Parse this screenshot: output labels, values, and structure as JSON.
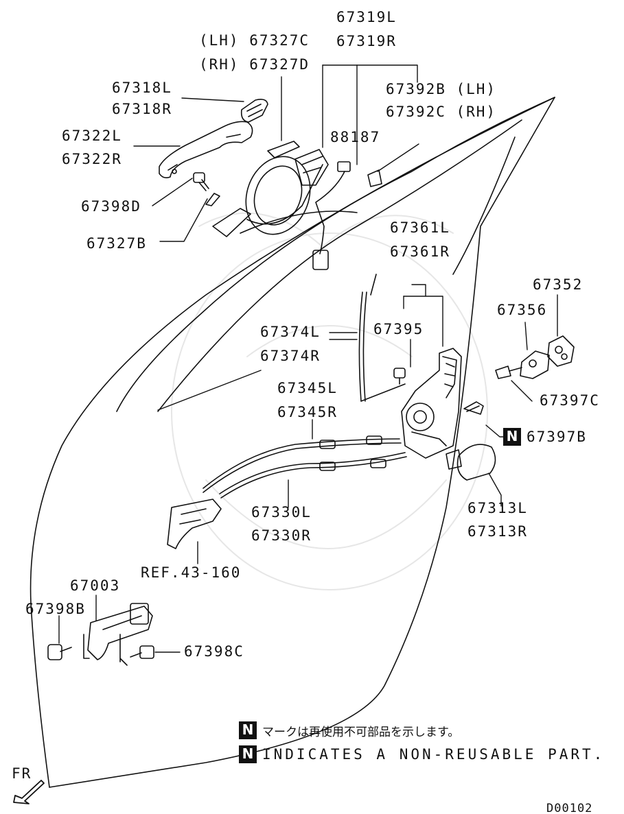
{
  "labels": {
    "p67319L": "67319L",
    "p67319R": "67319R",
    "p67327C": "(LH) 67327C",
    "p67327D": "(RH) 67327D",
    "p67318L": "67318L",
    "p67318R": "67318R",
    "p67392B": "67392B (LH)",
    "p67392C": "67392C (RH)",
    "p67322L": "67322L",
    "p67322R": "67322R",
    "p88187": "88187",
    "p67398D": "67398D",
    "p67327B": "67327B",
    "p67361L": "67361L",
    "p67361R": "67361R",
    "p67352": "67352",
    "p67356": "67356",
    "p67374L": "67374L",
    "p67374R": "67374R",
    "p67395": "67395",
    "p67397C": "67397C",
    "p67345L": "67345L",
    "p67345R": "67345R",
    "p67397B": "67397B",
    "p67313L": "67313L",
    "p67313R": "67313R",
    "p67330L": "67330L",
    "p67330R": "67330R",
    "ref": "REF.43-160",
    "p67003": "67003",
    "p67398B": "67398B",
    "p67398C": "67398C"
  },
  "legend": {
    "mark": "N",
    "japanese": "マークは再使用不可部品を示します。",
    "english": "INDICATES A NON-REUSABLE PART."
  },
  "direction": "FR",
  "diagram_code": "D00102"
}
